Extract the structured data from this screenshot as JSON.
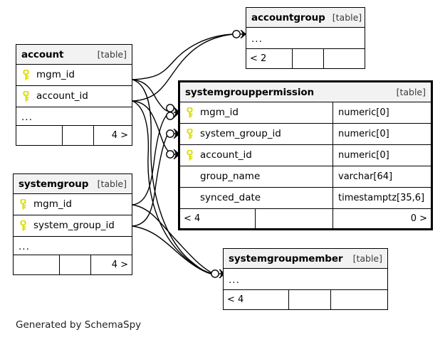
{
  "diagram": {
    "kind_label": "[table]",
    "caption": "Generated by SchemaSpy",
    "key_color": "#dddd00",
    "header_bg": "#f2f2f2",
    "line_color": "#000000"
  },
  "tables": {
    "account": {
      "name": "account",
      "kind": "[table]",
      "columns": [
        {
          "name": "mgm_id",
          "key": true,
          "type": ""
        },
        {
          "name": "account_id",
          "key": true,
          "type": ""
        }
      ],
      "ellipsis": "...",
      "footer": {
        "left": "",
        "middle": "",
        "right": "4 >"
      }
    },
    "accountgroup": {
      "name": "accountgroup",
      "kind": "[table]",
      "columns": [],
      "ellipsis": "...",
      "footer": {
        "left": "< 2",
        "middle": "",
        "right": ""
      }
    },
    "systemgrouppermission": {
      "name": "systemgrouppermission",
      "kind": "[table]",
      "emphasized": true,
      "columns": [
        {
          "name": "mgm_id",
          "key": true,
          "type": "numeric[0]"
        },
        {
          "name": "system_group_id",
          "key": true,
          "type": "numeric[0]"
        },
        {
          "name": "account_id",
          "key": true,
          "type": "numeric[0]"
        },
        {
          "name": "group_name",
          "key": false,
          "type": "varchar[64]"
        },
        {
          "name": "synced_date",
          "key": false,
          "type": "timestamptz[35,6]"
        }
      ],
      "footer": {
        "left": "< 4",
        "middle": "",
        "right": "0 >"
      }
    },
    "systemgroup": {
      "name": "systemgroup",
      "kind": "[table]",
      "columns": [
        {
          "name": "mgm_id",
          "key": true,
          "type": ""
        },
        {
          "name": "system_group_id",
          "key": true,
          "type": ""
        }
      ],
      "ellipsis": "...",
      "footer": {
        "left": "",
        "middle": "",
        "right": "4 >"
      }
    },
    "systemgroupmember": {
      "name": "systemgroupmember",
      "kind": "[table]",
      "columns": [],
      "ellipsis": "...",
      "footer": {
        "left": "< 4",
        "middle": "",
        "right": ""
      }
    }
  }
}
